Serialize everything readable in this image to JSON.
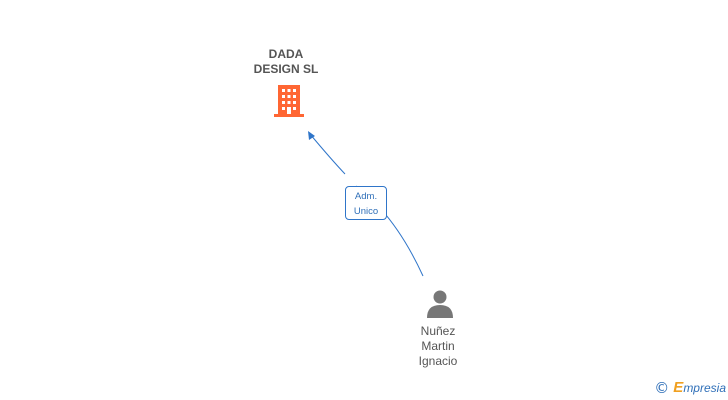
{
  "nodes": {
    "company": {
      "name_lines": [
        "DADA",
        "DESIGN SL"
      ],
      "icon": "building-icon",
      "color": "#ff6633"
    },
    "person": {
      "name_lines": [
        "Nuñez",
        "Martin",
        "Ignacio"
      ],
      "icon": "person-icon",
      "color": "#777777"
    }
  },
  "edge": {
    "label_lines": [
      "Adm.",
      "Unico"
    ],
    "color": "#2f75c9"
  },
  "footer": {
    "copyright_symbol": "©",
    "brand_initial": "E",
    "brand_rest": "mpresia"
  }
}
